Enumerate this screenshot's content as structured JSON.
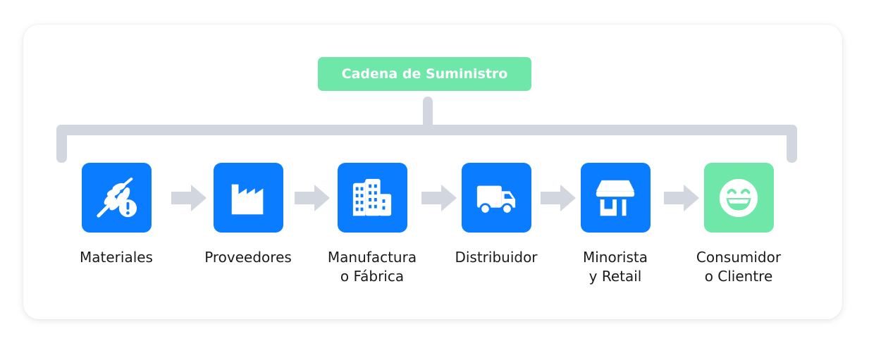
{
  "title": "Cadena de Suministro",
  "colors": {
    "primary": "#0a7cff",
    "accent": "#6ee7a9",
    "connector": "#d2d6df",
    "text": "#1b1b1b"
  },
  "steps": [
    {
      "label": "Materiales",
      "icon": "wheat-warning-icon"
    },
    {
      "label": "Proveedores",
      "icon": "factory-icon"
    },
    {
      "label": "Manufactura\no Fábrica",
      "icon": "buildings-icon"
    },
    {
      "label": "Distribuidor",
      "icon": "truck-icon"
    },
    {
      "label": "Minorista\ny Retail",
      "icon": "storefront-icon"
    },
    {
      "label": "Consumidor\no Clientre",
      "icon": "smiley-icon"
    }
  ]
}
